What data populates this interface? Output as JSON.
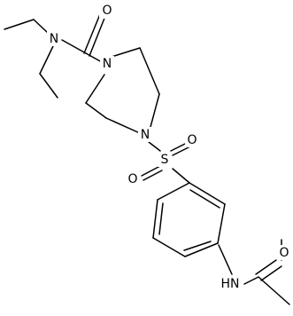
{
  "molecule": {
    "labels": {
      "o_carbonyl_top": "O",
      "n_diethyl": "N",
      "n_piperazine_top": "N",
      "n_piperazine_bottom": "N",
      "s_sulfonyl": "S",
      "o_sulfonyl_right": "O",
      "o_sulfonyl_left": "O",
      "n_amide": "HN",
      "o_acetyl": "O"
    },
    "colors": {
      "bond": "#000000",
      "text": "#000000",
      "background": "#ffffff"
    }
  }
}
